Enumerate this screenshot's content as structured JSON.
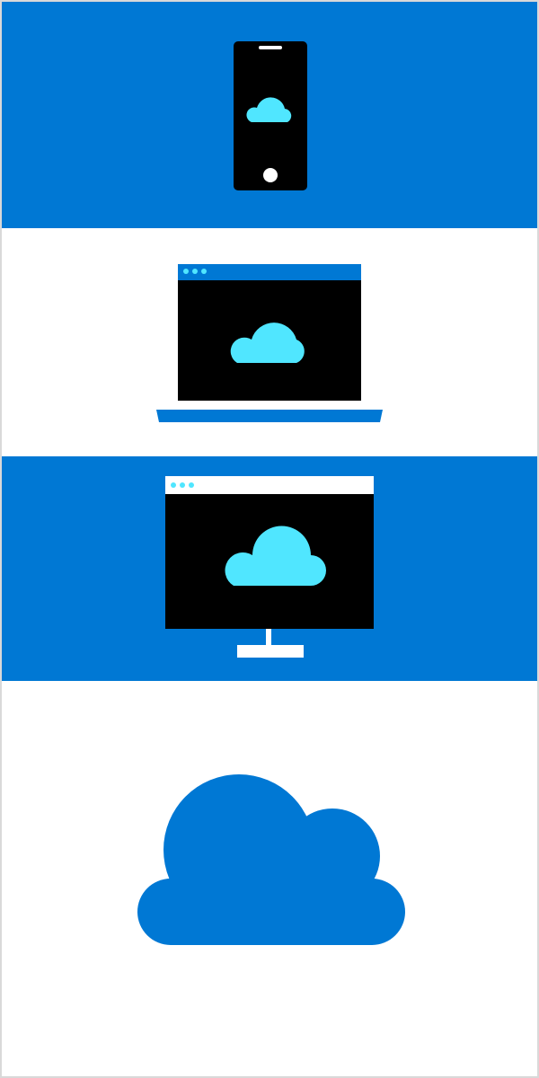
{
  "colors": {
    "brand_blue": "#0078D4",
    "cloud_cyan": "#50E6FF",
    "screen_black": "#000000",
    "white": "#FFFFFF",
    "frame_gray": "#D9D9D9"
  },
  "panels": [
    {
      "device": "phone",
      "icon": "cloud-icon",
      "background": "#0078D4"
    },
    {
      "device": "laptop",
      "icon": "cloud-icon",
      "background": "#FFFFFF"
    },
    {
      "device": "desktop-monitor",
      "icon": "cloud-icon",
      "background": "#0078D4"
    },
    {
      "device": "cloud",
      "icon": "cloud-icon",
      "background": "#FFFFFF"
    }
  ]
}
